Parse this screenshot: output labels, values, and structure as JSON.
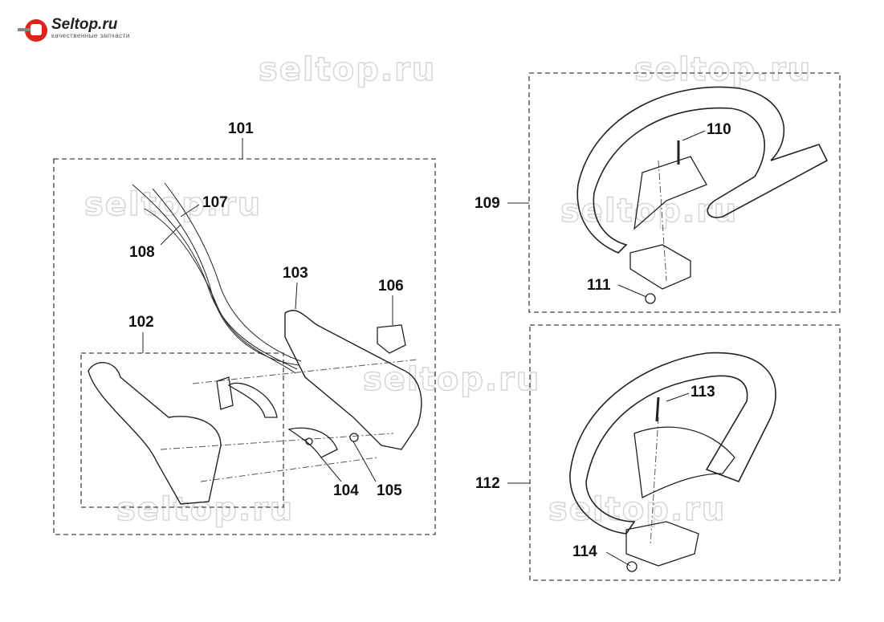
{
  "logo": {
    "name": "Seltop.ru",
    "tagline": "качественные запчасти"
  },
  "watermark": "seltop.ru",
  "callouts": {
    "c101": "101",
    "c102": "102",
    "c103": "103",
    "c104": "104",
    "c105": "105",
    "c106": "106",
    "c107": "107",
    "c108": "108",
    "c109": "109",
    "c110": "110",
    "c111": "111",
    "c112": "112",
    "c113": "113",
    "c114": "114"
  }
}
